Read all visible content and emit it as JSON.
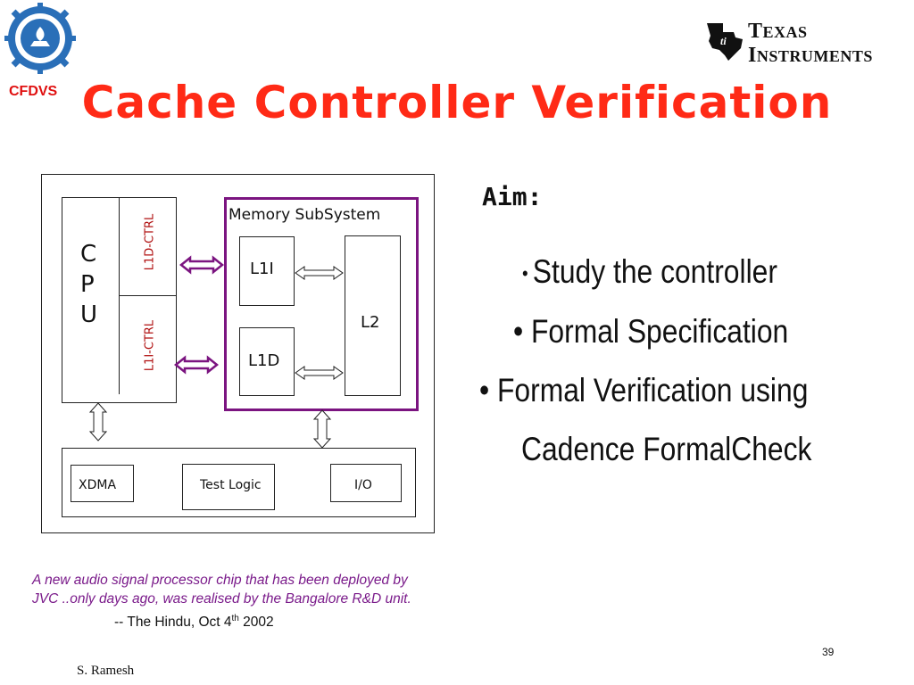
{
  "header": {
    "title": "Cache Controller Verification",
    "org_label": "CFDVS",
    "company_logo_text": "Texas Instruments",
    "colors": {
      "title": "#ff2a16",
      "org_label": "#e01010"
    }
  },
  "diagram": {
    "cpu_label": [
      "C",
      "P",
      "U"
    ],
    "l1d_ctrl": "L1D-CTRL",
    "l1i_ctrl": "L1I-CTRL",
    "memory_subsystem": "Memory SubSystem",
    "l1i": "L1I",
    "l1d": "L1D",
    "l2": "L2",
    "xdma": "XDMA",
    "test_logic": "Test Logic",
    "io": "I/O",
    "colors": {
      "memory_border": "#7b1480",
      "ctrl_arrow": "#7b1480",
      "ctrl_text": "#b01010"
    }
  },
  "aim": {
    "heading": "Aim:",
    "bullets": [
      "Study the controller",
      "Formal Specification",
      "Formal Verification using",
      "Cadence FormalCheck"
    ]
  },
  "quote": {
    "line1": "A new audio signal processor chip that has been deployed by",
    "line2": "JVC ..only days ago, was realised by the Bangalore R&D unit.",
    "source_prefix": "-- The Hindu, Oct 4",
    "source_sup": "th",
    "source_suffix": " 2002"
  },
  "footer": {
    "page_number": "39",
    "author": "S. Ramesh"
  }
}
